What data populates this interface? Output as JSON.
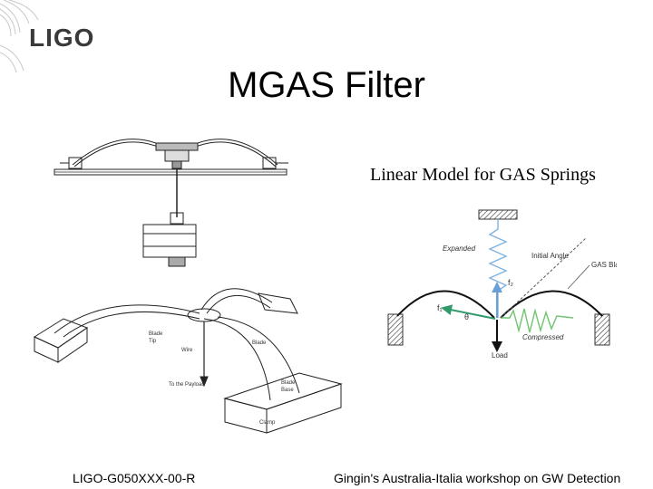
{
  "logo": {
    "text": "LIGO"
  },
  "slide": {
    "title": "MGAS Filter",
    "subtitle": "Linear Model for GAS Springs"
  },
  "perspective_labels": {
    "tip": "Blade\nTip",
    "wire": "Wire",
    "blade": "Blade",
    "to_payload": "To the Payload",
    "base": "Blade\nBase",
    "clamp": "Clamp"
  },
  "model_labels": {
    "expanded": "Expanded",
    "initial_angle": "Initial Angle",
    "gas_blade": "GAS Blade",
    "compressed": "Compressed",
    "load": "Load",
    "f1": "f₁",
    "f2": "f₂",
    "theta": "θ"
  },
  "footer": {
    "left": "LIGO-G050XXX-00-R",
    "right": "Gingin's Australia-Italia workshop on GW Detection"
  },
  "colors": {
    "spring_expanded": "#7fb2e0",
    "spring_compressed": "#6fc46f",
    "force_arrow": "#2f9a6a"
  }
}
